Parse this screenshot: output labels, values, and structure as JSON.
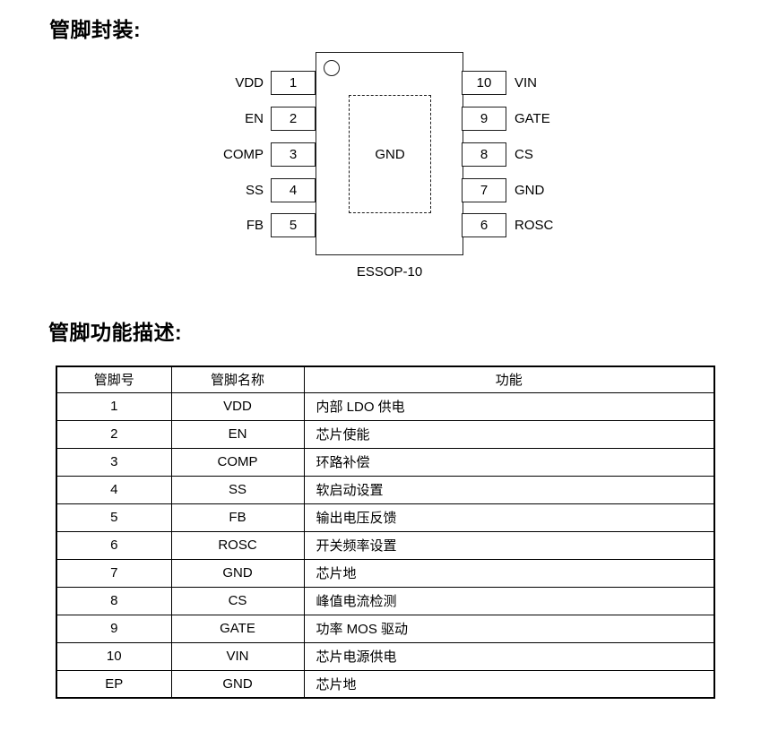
{
  "sections": {
    "package_title": "管脚封装:",
    "function_title": "管脚功能描述:"
  },
  "package": {
    "name": "ESSOP-10",
    "center_pad_label": "GND",
    "left_pins": [
      {
        "number": "1",
        "name": "VDD"
      },
      {
        "number": "2",
        "name": "EN"
      },
      {
        "number": "3",
        "name": "COMP"
      },
      {
        "number": "4",
        "name": "SS"
      },
      {
        "number": "5",
        "name": "FB"
      }
    ],
    "right_pins": [
      {
        "number": "10",
        "name": "VIN"
      },
      {
        "number": "9",
        "name": "GATE"
      },
      {
        "number": "8",
        "name": "CS"
      },
      {
        "number": "7",
        "name": "GND"
      },
      {
        "number": "6",
        "name": "ROSC"
      }
    ]
  },
  "pin_table": {
    "headers": [
      "管脚号",
      "管脚名称",
      "功能"
    ],
    "rows": [
      [
        "1",
        "VDD",
        "内部 LDO 供电"
      ],
      [
        "2",
        "EN",
        "芯片使能"
      ],
      [
        "3",
        "COMP",
        "环路补偿"
      ],
      [
        "4",
        "SS",
        "软启动设置"
      ],
      [
        "5",
        "FB",
        "输出电压反馈"
      ],
      [
        "6",
        "ROSC",
        "开关频率设置"
      ],
      [
        "7",
        "GND",
        "芯片地"
      ],
      [
        "8",
        "CS",
        "峰值电流检测"
      ],
      [
        "9",
        "GATE",
        "功率 MOS 驱动"
      ],
      [
        "10",
        "VIN",
        "芯片电源供电"
      ],
      [
        "EP",
        "GND",
        "芯片地"
      ]
    ]
  }
}
